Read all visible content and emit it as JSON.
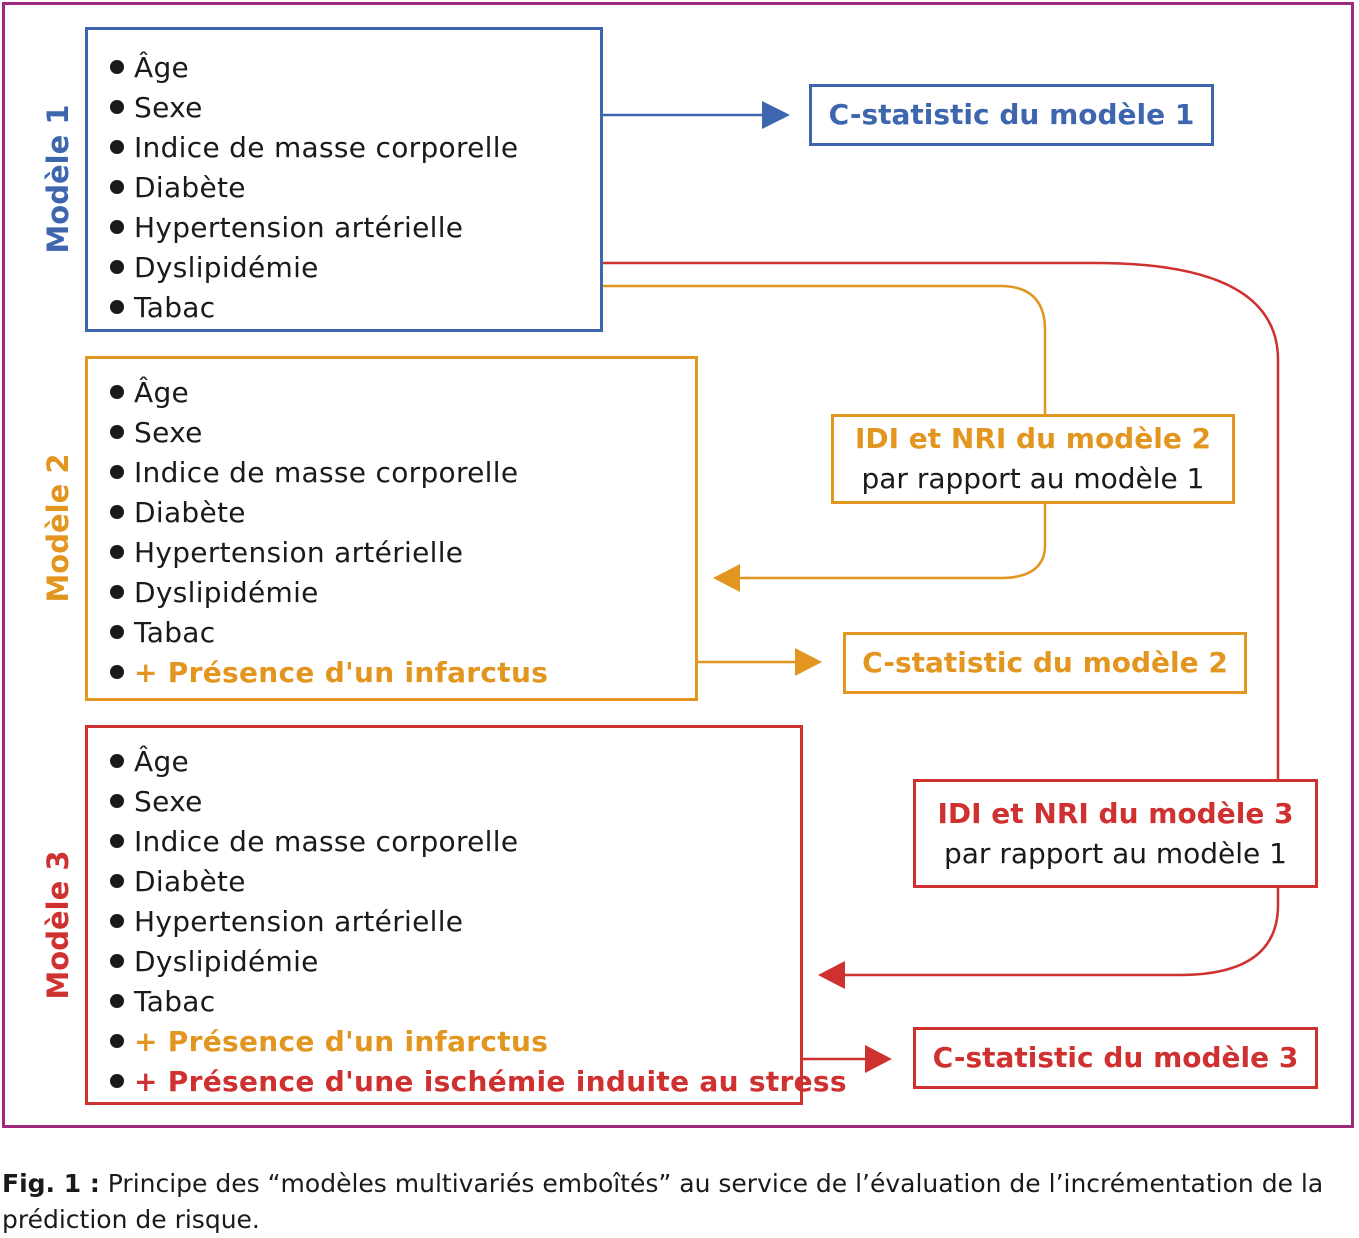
{
  "colors": {
    "frame": "#9e2a7e",
    "model1": "#3d66ae",
    "model2": "#e2961f",
    "model3": "#cf3030",
    "text": "#1a1a1a"
  },
  "models": [
    {
      "label": "Modèle 1",
      "items": [
        "Âge",
        "Sexe",
        "Indice de masse corporelle",
        "Diabète",
        "Hypertension artérielle",
        "Dyslipidémie",
        "Tabac"
      ],
      "additions": []
    },
    {
      "label": "Modèle 2",
      "items": [
        "Âge",
        "Sexe",
        "Indice de masse corporelle",
        "Diabète",
        "Hypertension artérielle",
        "Dyslipidémie",
        "Tabac"
      ],
      "additions": [
        "+ Présence d'un infarctus"
      ]
    },
    {
      "label": "Modèle 3",
      "items": [
        "Âge",
        "Sexe",
        "Indice de masse corporelle",
        "Diabète",
        "Hypertension artérielle",
        "Dyslipidémie",
        "Tabac"
      ],
      "additions": [
        "+ Présence d'un infarctus",
        "+ Présence d'une ischémie induite au stress"
      ]
    }
  ],
  "results": {
    "cstat1": "C-statistic du modèle 1",
    "cstat2": "C-statistic du modèle 2",
    "cstat3": "C-statistic du modèle 3",
    "idi2_title": "IDI et NRI du modèle 2",
    "idi2_sub": "par rapport au modèle 1",
    "idi3_title": "IDI et NRI du modèle 3",
    "idi3_sub": "par rapport au modèle 1"
  },
  "caption": {
    "label": "Fig. 1 :",
    "text": " Principe des “modèles multivariés emboîtés” au service de l’évaluation de l’incrémentation de la prédiction de risque."
  }
}
